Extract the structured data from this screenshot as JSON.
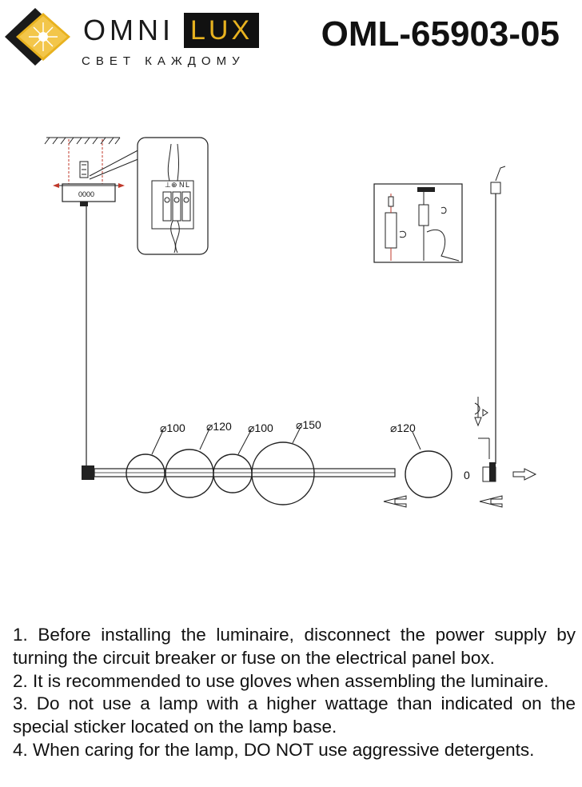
{
  "brand": {
    "name_left": "OMNI",
    "name_right": "LUX",
    "tagline": "СВЕТ КАЖДОМУ",
    "colors": {
      "gold": "#e8b21f",
      "dark": "#111111"
    }
  },
  "model": "OML-65903-05",
  "diagram": {
    "canopy_label": "0000",
    "terminal_labels": [
      "⊥",
      "⊕",
      "N",
      "L"
    ],
    "ring_dims": [
      "⌀100",
      "⌀120",
      "⌀100",
      "⌀150"
    ],
    "loose_ring_dim": "⌀120",
    "o_ring_label": "0"
  },
  "notes": [
    "1. Before installing the luminaire, disconnect the power supply by turning the circuit breaker or fuse on the electrical panel box.",
    "2. It is recommended to use gloves when assembling the luminaire.",
    "3. Do not use a lamp with a higher wattage than indicated on the special sticker located on the lamp base.",
    "4. When caring for the lamp, DO NOT use aggressive detergents."
  ]
}
